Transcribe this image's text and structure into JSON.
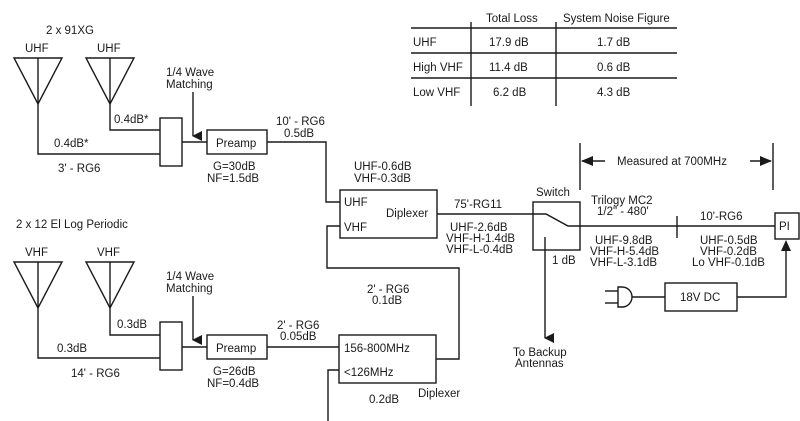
{
  "table": {
    "headers": [
      "",
      "Total Loss",
      "System Noise Figure"
    ],
    "rows": [
      {
        "band": "UHF",
        "total_loss": "17.9 dB",
        "noise_figure": "1.7 dB"
      },
      {
        "band": "High VHF",
        "total_loss": "11.4 dB",
        "noise_figure": "0.6 dB"
      },
      {
        "band": "Low VHF",
        "total_loss": "6.2 dB",
        "noise_figure": "4.3 dB"
      }
    ]
  },
  "uhf_branch": {
    "title": "2 x 91XG",
    "antenna1_label": "UHF",
    "antenna2_label": "UHF",
    "antenna2_loss": "0.4dB*",
    "antenna1_loss": "0.4dB*",
    "cable": "3' - RG6",
    "matching_label_1": "1/4 Wave",
    "matching_label_2": "Matching",
    "preamp_label": "Preamp",
    "preamp_gain": "G=30dB",
    "preamp_nf": "NF=1.5dB",
    "out_cable": "10' - RG6",
    "out_cable_loss": "0.5dB"
  },
  "vhf_branch": {
    "title": "2 x 12 El Log Periodic",
    "antenna1_label": "VHF",
    "antenna2_label": "VHF",
    "antenna2_loss": "0.3dB",
    "antenna1_loss": "0.3dB",
    "cable": "14' - RG6",
    "matching_label_1": "1/4 Wave",
    "matching_label_2": "Matching",
    "preamp_label": "Preamp",
    "preamp_gain": "G=26dB",
    "preamp_nf": "NF=0.4dB",
    "out_cable": "2' - RG6",
    "out_cable_loss": "0.05dB"
  },
  "diplexer_main": {
    "loss_uhf": "UHF-0.6dB",
    "loss_vhf": "VHF-0.3dB",
    "port_uhf": "UHF",
    "port_vhf": "VHF",
    "label": "Diplexer"
  },
  "diplexer_vhf": {
    "port_high": "156-800MHz",
    "port_low": "<126MHz",
    "label": "Diplexer",
    "loss": "0.2dB",
    "link_cable": "2' - RG6",
    "link_loss": "0.1dB"
  },
  "rg11_run": {
    "cable": "75'-RG11",
    "loss_uhf": "UHF-2.6dB",
    "loss_vhf_h": "VHF-H-1.4dB",
    "loss_vhf_l": "VHF-L-0.4dB"
  },
  "switch": {
    "label": "Switch",
    "loss": "1 dB",
    "backup_1": "To Backup",
    "backup_2": "Antennas"
  },
  "measurement": {
    "label": "Measured at 700MHz"
  },
  "trilogy_run": {
    "cable_1": "Trilogy MC2",
    "cable_2": "1/2\" - 480'",
    "loss_uhf": "UHF-9.8dB",
    "loss_vhf_h": "VHF-H-5.4dB",
    "loss_vhf_l": "VHF-L-3.1dB"
  },
  "rg6_run": {
    "cable": "10'-RG6",
    "loss_uhf": "UHF-0.5dB",
    "loss_vhf": "VHF-0.2dB",
    "loss_lo_vhf": "Lo VHF-0.1dB"
  },
  "power_inserter": {
    "label": "PI"
  },
  "power_supply": {
    "label": "18V DC"
  }
}
